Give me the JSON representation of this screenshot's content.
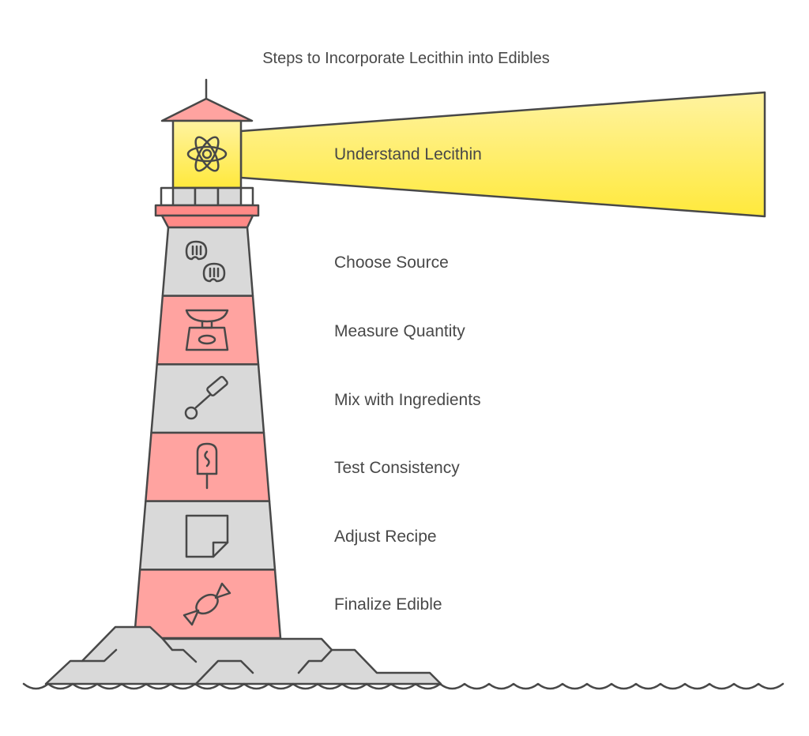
{
  "title": "Steps to Incorporate Lecithin into Edibles",
  "colors": {
    "pink": "#FFA3A0",
    "gray": "#D9D9D9",
    "yellow": "#FFEE70",
    "stroke": "#484848"
  },
  "steps": [
    {
      "label": "Understand Lecithin",
      "icon": "atom-icon"
    },
    {
      "label": "Choose Source",
      "icon": "soybeans-icon"
    },
    {
      "label": "Measure Quantity",
      "icon": "kitchen-scale-icon"
    },
    {
      "label": "Mix with Ingredients",
      "icon": "hand-mixer-icon"
    },
    {
      "label": "Test Consistency",
      "icon": "popsicle-icon"
    },
    {
      "label": "Adjust Recipe",
      "icon": "note-icon"
    },
    {
      "label": "Finalize Edible",
      "icon": "candy-icon"
    }
  ]
}
